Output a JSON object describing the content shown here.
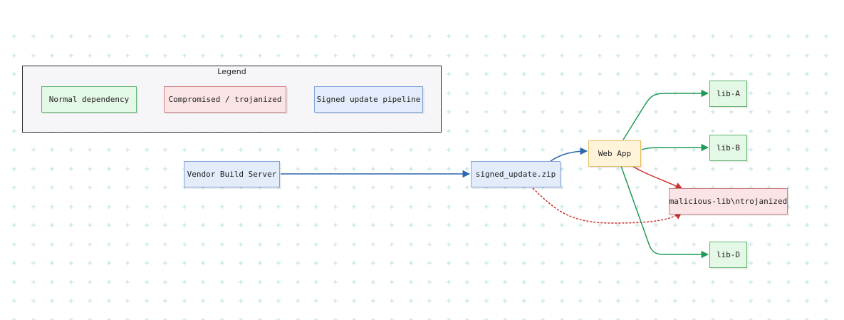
{
  "legend": {
    "title": "Legend",
    "items": [
      {
        "label": "Normal dependency"
      },
      {
        "label": "Compromised / trojanized"
      },
      {
        "label": "Signed update pipeline"
      }
    ]
  },
  "nodes": {
    "vendor": "Vendor Build Server",
    "update": "signed_update.zip",
    "webapp": "Web App",
    "lib_a": "lib-A",
    "lib_b": "lib-B",
    "malicious": "malicious-lib\\ntrojanized",
    "lib_d": "lib-D"
  },
  "colors": {
    "normal": "#1e9b57",
    "compromised": "#c8322f",
    "signed": "#2a66ae",
    "grid": "#c4e4e4"
  }
}
